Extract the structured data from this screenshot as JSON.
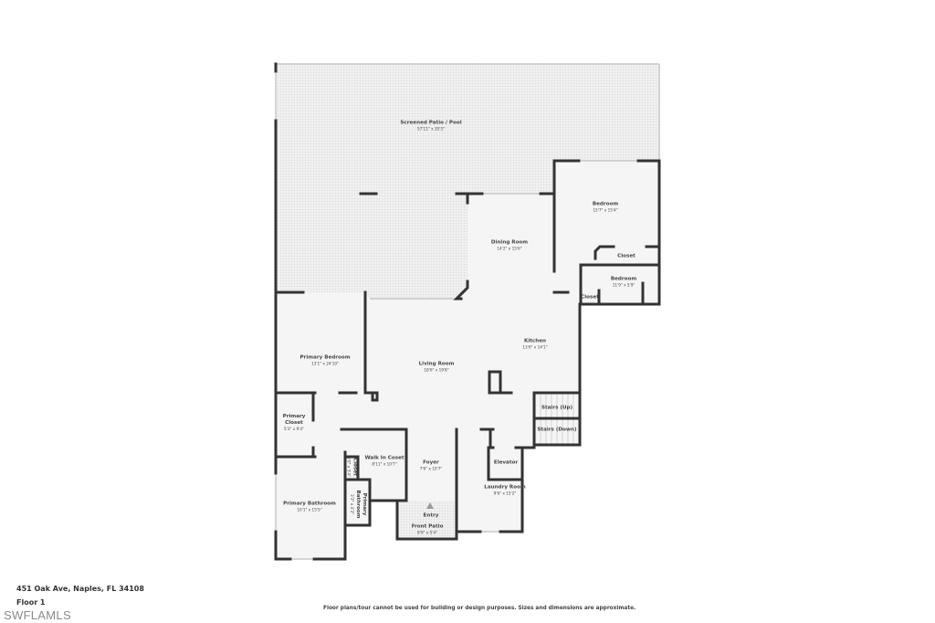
{
  "plan": {
    "rooms": [
      {
        "name": "Screened Patio / Pool",
        "dims": "57'11\" x 35'5\""
      },
      {
        "name": "Bedroom",
        "dims": "15'7\" x 15'4\""
      },
      {
        "name": "Dining Room",
        "dims": "14'2\" x 15'6\""
      },
      {
        "name": "Closet",
        "dims": ""
      },
      {
        "name": "Bedroom",
        "dims": "11'9\" x 5'9\""
      },
      {
        "name": "Closet",
        "dims": ""
      },
      {
        "name": "Kitchen",
        "dims": "13'6\" x 14'1\""
      },
      {
        "name": "Primary Bedroom",
        "dims": "13'1\" x 24'10\""
      },
      {
        "name": "Living Room",
        "dims": "18'6\" x 19'8\""
      },
      {
        "name": "Stairs (Up)",
        "dims": ""
      },
      {
        "name": "Stairs (Down)",
        "dims": ""
      },
      {
        "name": "Primary Closet",
        "dims": "5'3\" x 9'4\""
      },
      {
        "name": "Walk In Coset",
        "dims": "8'11\" x 10'7\""
      },
      {
        "name": "Foyer",
        "dims": "7'6\" x 10'7\""
      },
      {
        "name": "Elevator",
        "dims": ""
      },
      {
        "name": "Closet",
        "dims": "5'0\" x 3'4\""
      },
      {
        "name": "Laundry Room",
        "dims": "9'6\" x 15'2\""
      },
      {
        "name": "Primary Bathroom",
        "dims": "10'1\" x 15'5\""
      },
      {
        "name": "Primary Bathroom",
        "dims": "3'3\" x 4'3\""
      },
      {
        "name": "Front Patio",
        "dims": "8'9\" x 5'4\""
      }
    ],
    "entry_label": "Entry",
    "entry_icon": "triangle-up-icon",
    "wall_color": "#333333",
    "patio_color": "#e9e9e9",
    "floor_color": "#f5f5f5"
  },
  "footer": {
    "address": "451 Oak Ave, Naples, FL 34108",
    "floor": "Floor 1",
    "logo": "SWFLAMLS",
    "disclaimer": "Floor plans/tour cannot be used for building or design purposes. Sizes and dimensions are approximate."
  }
}
